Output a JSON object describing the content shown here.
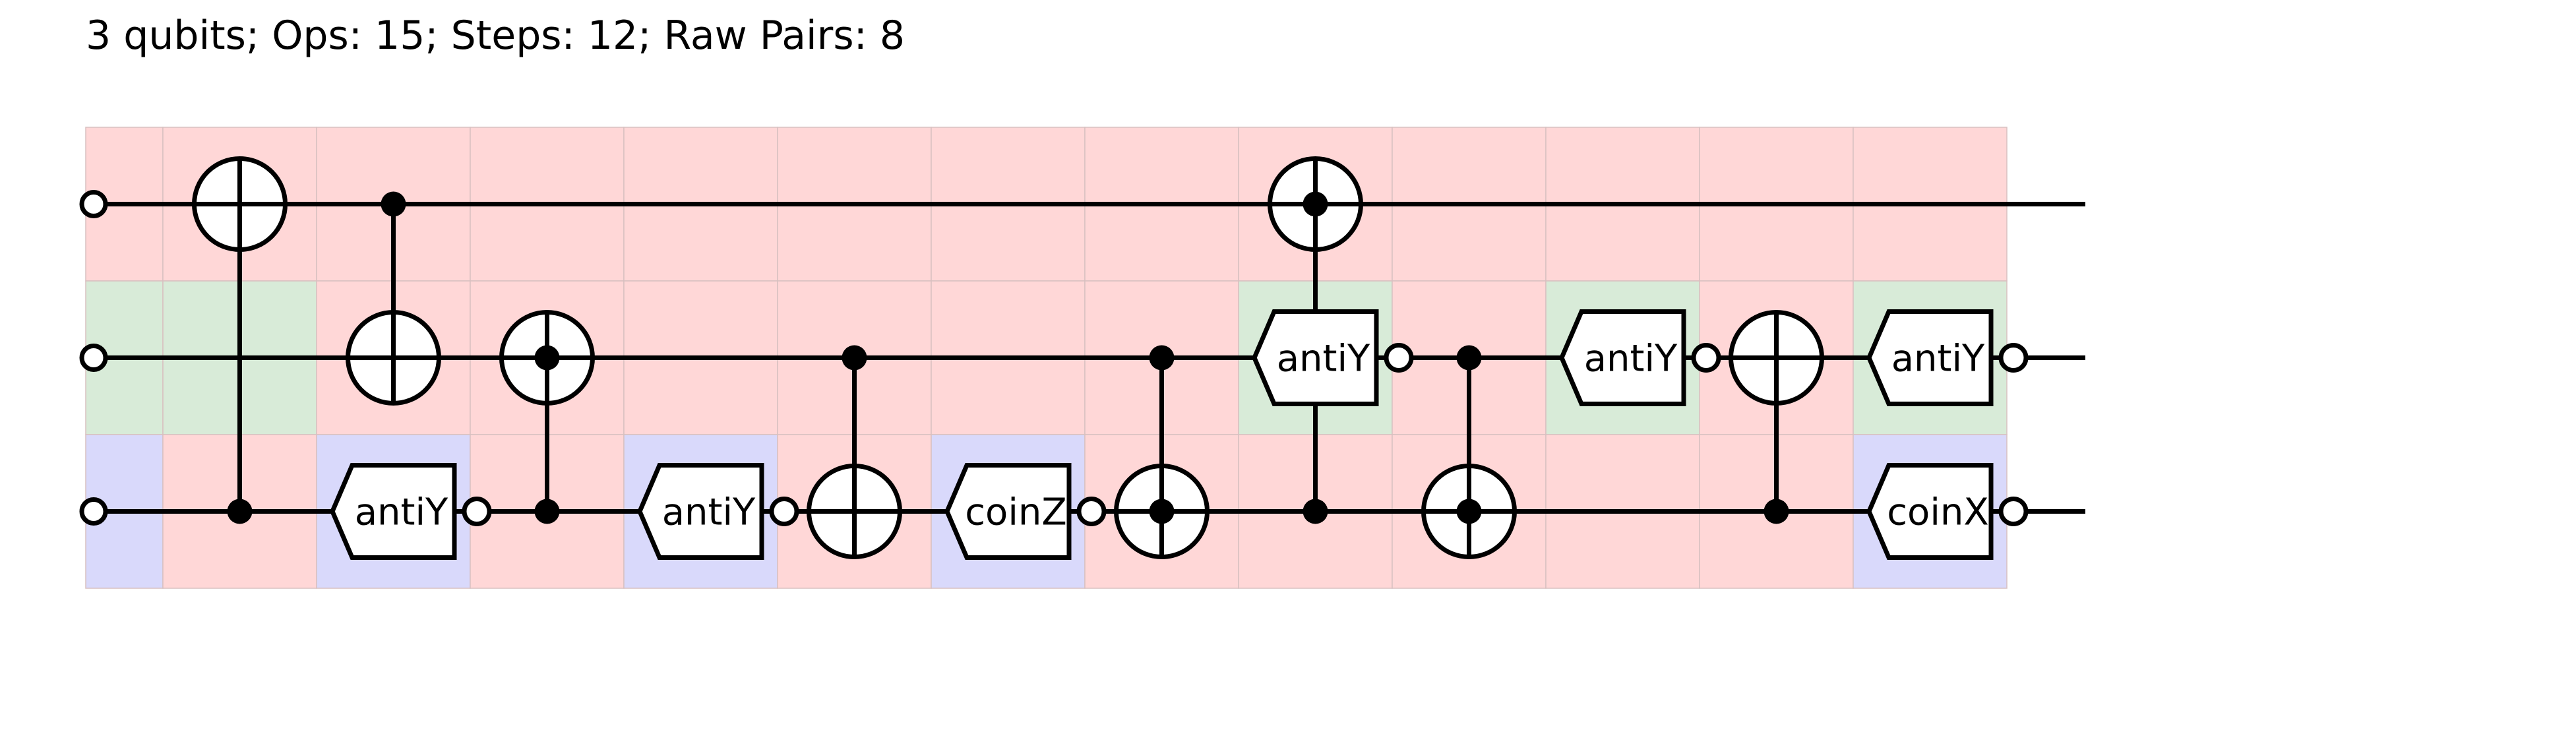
{
  "header": {
    "summary": "3 qubits; Ops: 15; Steps: 12; Raw Pairs: 8"
  },
  "colors": {
    "background_red": "#ffd7d7",
    "background_green": "#d8ebd8",
    "background_blue": "#d9d9fb",
    "cell_grid": "#d8c0c0",
    "wire": "#000000",
    "gate_fill": "#ffffff"
  },
  "circuit": {
    "qubits": 3,
    "columns": 13,
    "cell_colors": [
      [
        "red",
        "red",
        "red",
        "red",
        "red",
        "red",
        "red",
        "red",
        "red",
        "red",
        "red",
        "red",
        "red"
      ],
      [
        "green",
        "green",
        "red",
        "red",
        "red",
        "red",
        "red",
        "red",
        "green",
        "red",
        "green",
        "red",
        "green"
      ],
      [
        "blue",
        "red",
        "blue",
        "red",
        "blue",
        "red",
        "blue",
        "red",
        "red",
        "red",
        "red",
        "red",
        "blue"
      ]
    ],
    "initial_markers": [
      {
        "row": 0,
        "kind": "open-circle-icon"
      },
      {
        "row": 1,
        "kind": "open-circle-icon"
      },
      {
        "row": 2,
        "kind": "open-circle-icon"
      }
    ],
    "ops": [
      {
        "col": 1,
        "kind": "cnot",
        "controls": [
          2
        ],
        "target": 0
      },
      {
        "col": 2,
        "kind": "cnot",
        "controls": [
          0
        ],
        "target": 1
      },
      {
        "col": 2,
        "kind": "box",
        "row": 2,
        "label": "antiY"
      },
      {
        "col": 3,
        "kind": "cnot_ctrl_target",
        "controls": [
          2
        ],
        "target": 1
      },
      {
        "col": 4,
        "kind": "box",
        "row": 2,
        "label": "antiY"
      },
      {
        "col": 5,
        "kind": "cnot",
        "controls": [
          1
        ],
        "target": 2
      },
      {
        "col": 6,
        "kind": "box",
        "row": 2,
        "label": "coinZ"
      },
      {
        "col": 7,
        "kind": "cnot_ctrl_target",
        "controls": [
          1
        ],
        "target": 2
      },
      {
        "col": 8,
        "kind": "cnot_ctrl_target",
        "controls": [
          2
        ],
        "target": 0
      },
      {
        "col": 8,
        "kind": "box",
        "row": 1,
        "label": "antiY"
      },
      {
        "col": 9,
        "kind": "cnot_ctrl_target",
        "controls": [
          1
        ],
        "target": 2
      },
      {
        "col": 10,
        "kind": "box",
        "row": 1,
        "label": "antiY"
      },
      {
        "col": 11,
        "kind": "cnot",
        "controls": [
          2
        ],
        "target": 1
      },
      {
        "col": 12,
        "kind": "box",
        "row": 1,
        "label": "antiY"
      },
      {
        "col": 12,
        "kind": "box",
        "row": 2,
        "label": "coinX"
      }
    ]
  }
}
